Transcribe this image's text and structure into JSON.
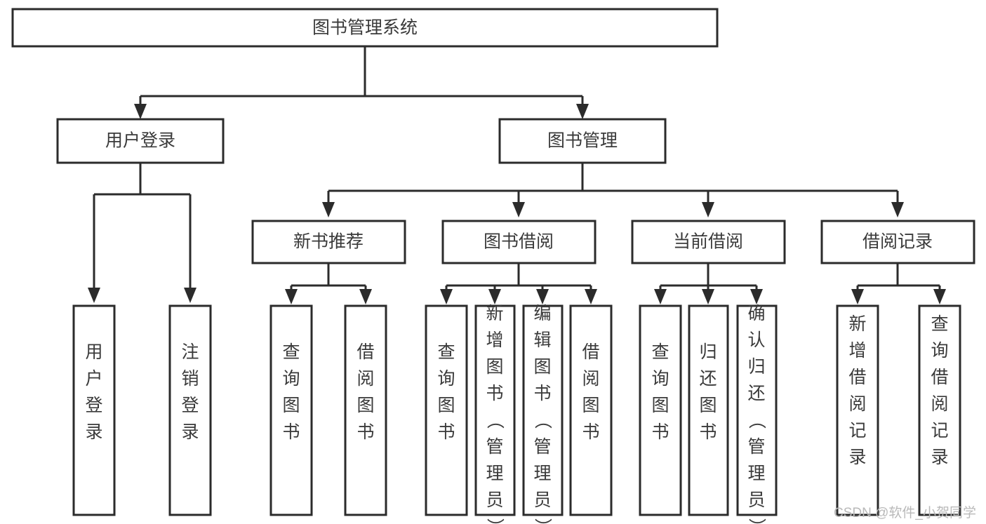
{
  "diagram": {
    "title": "图书管理系统",
    "type": "hierarchy-tree",
    "watermark": "CSDN @软件_小贺同学",
    "nodes": {
      "root": {
        "label": "图书管理系统",
        "level": 0
      },
      "level1": [
        {
          "id": "user-login",
          "label": "用户登录"
        },
        {
          "id": "book-management",
          "label": "图书管理"
        }
      ],
      "level2": [
        {
          "id": "new-book-recommend",
          "label": "新书推荐",
          "parent": "book-management"
        },
        {
          "id": "book-borrow",
          "label": "图书借阅",
          "parent": "book-management"
        },
        {
          "id": "current-borrow",
          "label": "当前借阅",
          "parent": "book-management"
        },
        {
          "id": "borrow-record",
          "label": "借阅记录",
          "parent": "book-management"
        }
      ],
      "leaves": [
        {
          "id": "leaf-user-login",
          "label": "用户登录",
          "parent": "user-login"
        },
        {
          "id": "leaf-logout-login",
          "label": "注销登录",
          "parent": "user-login"
        },
        {
          "id": "leaf-query-book-1",
          "label": "查询图书",
          "parent": "new-book-recommend"
        },
        {
          "id": "leaf-borrow-book-1",
          "label": "借阅图书",
          "parent": "new-book-recommend"
        },
        {
          "id": "leaf-query-book-2",
          "label": "查询图书",
          "parent": "book-borrow"
        },
        {
          "id": "leaf-add-book",
          "label": "新增图书（管理员）",
          "parent": "book-borrow"
        },
        {
          "id": "leaf-edit-book",
          "label": "编辑图书（管理员）",
          "parent": "book-borrow"
        },
        {
          "id": "leaf-borrow-book-2",
          "label": "借阅图书",
          "parent": "book-borrow"
        },
        {
          "id": "leaf-query-book-3",
          "label": "查询图书",
          "parent": "current-borrow"
        },
        {
          "id": "leaf-return-book",
          "label": "归还图书",
          "parent": "current-borrow"
        },
        {
          "id": "leaf-confirm-return",
          "label": "确认归还（管理员）",
          "parent": "current-borrow"
        },
        {
          "id": "leaf-add-record",
          "label": "新增借阅记录",
          "parent": "borrow-record"
        },
        {
          "id": "leaf-query-record",
          "label": "查询借阅记录",
          "parent": "borrow-record"
        }
      ]
    },
    "colors": {
      "stroke": "#2b2b2b",
      "fill": "#ffffff",
      "text": "#3a3a3a",
      "watermark": "#b9b9b9"
    }
  }
}
